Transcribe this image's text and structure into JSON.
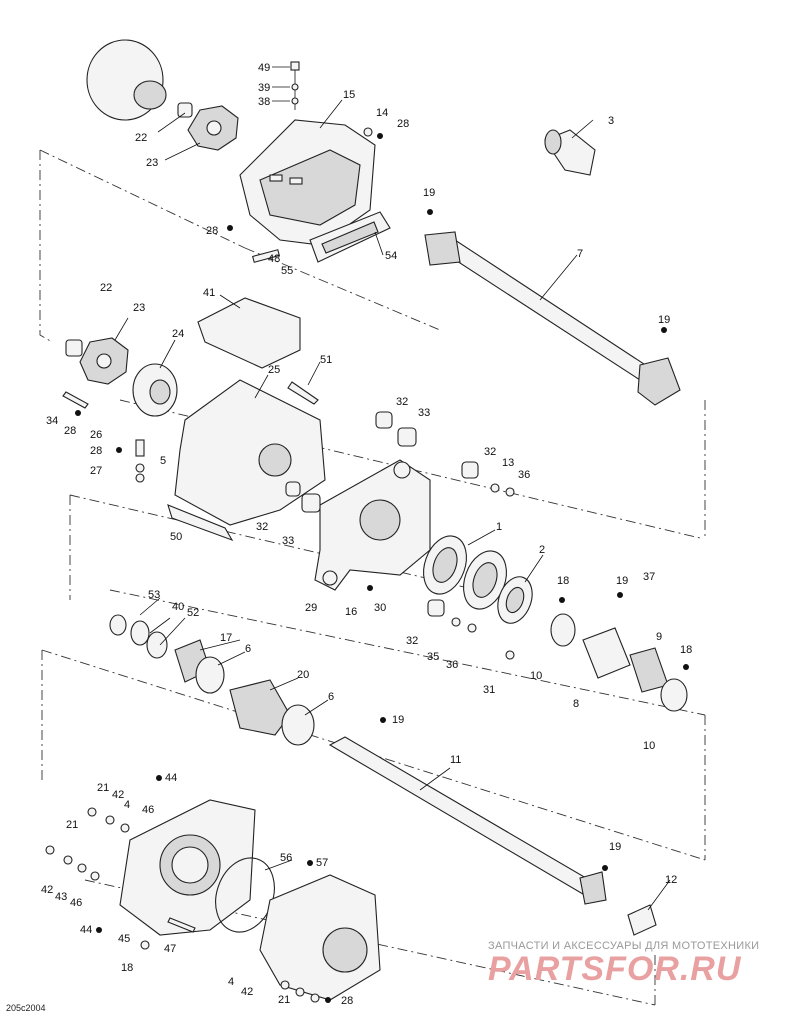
{
  "diagram": {
    "code": "205c2004",
    "watermark": {
      "subtitle": "ЗАПЧАСТИ И АКСЕССУАРЫ ДЛЯ МОТОТЕХНИКИ",
      "logo": "PARTSFOR.RU"
    },
    "callouts": [
      {
        "id": "c49",
        "text": "49"
      },
      {
        "id": "c39",
        "text": "39"
      },
      {
        "id": "c38",
        "text": "38"
      },
      {
        "id": "c15",
        "text": "15"
      },
      {
        "id": "c14",
        "text": "14"
      },
      {
        "id": "c28a",
        "text": "28"
      },
      {
        "id": "c3",
        "text": "3"
      },
      {
        "id": "c22a",
        "text": "22"
      },
      {
        "id": "c23a",
        "text": "23"
      },
      {
        "id": "c19a",
        "text": "19"
      },
      {
        "id": "c28b",
        "text": "28"
      },
      {
        "id": "c48",
        "text": "48"
      },
      {
        "id": "c55",
        "text": "55"
      },
      {
        "id": "c54",
        "text": "54"
      },
      {
        "id": "c7",
        "text": "7"
      },
      {
        "id": "c22b",
        "text": "22"
      },
      {
        "id": "c23b",
        "text": "23"
      },
      {
        "id": "c41",
        "text": "41"
      },
      {
        "id": "c19b",
        "text": "19"
      },
      {
        "id": "c24",
        "text": "24"
      },
      {
        "id": "c51",
        "text": "51"
      },
      {
        "id": "c25",
        "text": "25"
      },
      {
        "id": "c34",
        "text": "34"
      },
      {
        "id": "c28c",
        "text": "28"
      },
      {
        "id": "c32a",
        "text": "32"
      },
      {
        "id": "c33a",
        "text": "33"
      },
      {
        "id": "c26",
        "text": "26"
      },
      {
        "id": "c28d",
        "text": "28"
      },
      {
        "id": "c5",
        "text": "5"
      },
      {
        "id": "c27",
        "text": "27"
      },
      {
        "id": "c32b",
        "text": "32"
      },
      {
        "id": "c13",
        "text": "13"
      },
      {
        "id": "c36a",
        "text": "36"
      },
      {
        "id": "c1",
        "text": "1"
      },
      {
        "id": "c32c",
        "text": "32"
      },
      {
        "id": "c33b",
        "text": "33"
      },
      {
        "id": "c50",
        "text": "50"
      },
      {
        "id": "c2",
        "text": "2"
      },
      {
        "id": "c18a",
        "text": "18"
      },
      {
        "id": "c19c",
        "text": "19"
      },
      {
        "id": "c37",
        "text": "37"
      },
      {
        "id": "c53",
        "text": "53"
      },
      {
        "id": "c40",
        "text": "40"
      },
      {
        "id": "c52",
        "text": "52"
      },
      {
        "id": "c29",
        "text": "29"
      },
      {
        "id": "c16",
        "text": "16"
      },
      {
        "id": "c30",
        "text": "30"
      },
      {
        "id": "c17",
        "text": "17"
      },
      {
        "id": "c6a",
        "text": "6"
      },
      {
        "id": "c32d",
        "text": "32"
      },
      {
        "id": "c35",
        "text": "35"
      },
      {
        "id": "c36b",
        "text": "36"
      },
      {
        "id": "c10a",
        "text": "10"
      },
      {
        "id": "c9",
        "text": "9"
      },
      {
        "id": "c18b",
        "text": "18"
      },
      {
        "id": "c31",
        "text": "31"
      },
      {
        "id": "c8",
        "text": "8"
      },
      {
        "id": "c10b",
        "text": "10"
      },
      {
        "id": "c20",
        "text": "20"
      },
      {
        "id": "c6b",
        "text": "6"
      },
      {
        "id": "c19d",
        "text": "19"
      },
      {
        "id": "c11",
        "text": "11"
      },
      {
        "id": "c44a",
        "text": "44"
      },
      {
        "id": "c21a",
        "text": "21"
      },
      {
        "id": "c42a",
        "text": "42"
      },
      {
        "id": "c4a",
        "text": "4"
      },
      {
        "id": "c46a",
        "text": "46"
      },
      {
        "id": "c21b",
        "text": "21"
      },
      {
        "id": "c56",
        "text": "56"
      },
      {
        "id": "c57",
        "text": "57"
      },
      {
        "id": "c19e",
        "text": "19"
      },
      {
        "id": "c12",
        "text": "12"
      },
      {
        "id": "c42b",
        "text": "42"
      },
      {
        "id": "c43",
        "text": "43"
      },
      {
        "id": "c46b",
        "text": "46"
      },
      {
        "id": "c44b",
        "text": "44"
      },
      {
        "id": "c45",
        "text": "45"
      },
      {
        "id": "c47",
        "text": "47"
      },
      {
        "id": "c18c",
        "text": "18"
      },
      {
        "id": "c4b",
        "text": "4"
      },
      {
        "id": "c42c",
        "text": "42"
      },
      {
        "id": "c21c",
        "text": "21"
      },
      {
        "id": "c28e",
        "text": "28"
      }
    ]
  }
}
